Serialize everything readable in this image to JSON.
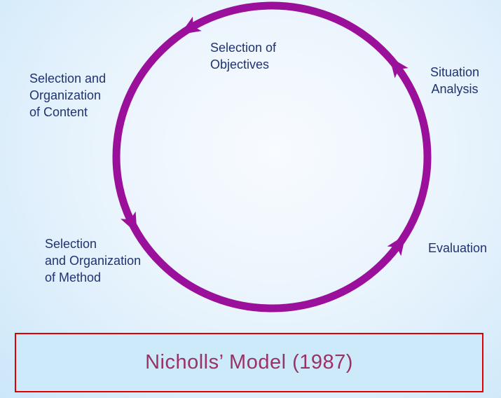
{
  "diagram": {
    "name": "curriculum-development-cycle",
    "flow_direction": "counterclockwise",
    "circle_color": "#9B109B",
    "label_color": "#203370",
    "stages": [
      {
        "id": "objectives",
        "label": "Selection of\nObjectives"
      },
      {
        "id": "situation-analysis",
        "label": "Situation\nAnalysis"
      },
      {
        "id": "content",
        "label": "Selection and\nOrganization\nof Content"
      },
      {
        "id": "method",
        "label": "Selection\nand Organization\nof Method"
      },
      {
        "id": "evaluation",
        "label": "Evaluation"
      }
    ]
  },
  "title_box": {
    "label": "Nicholls’ Model (1987)",
    "text_color": "#993366",
    "border_color": "#E00000",
    "fill_color": "#CDEAFB"
  },
  "background": {
    "center_color": "#F8FBFF",
    "edge_color": "#CBE7F9"
  }
}
